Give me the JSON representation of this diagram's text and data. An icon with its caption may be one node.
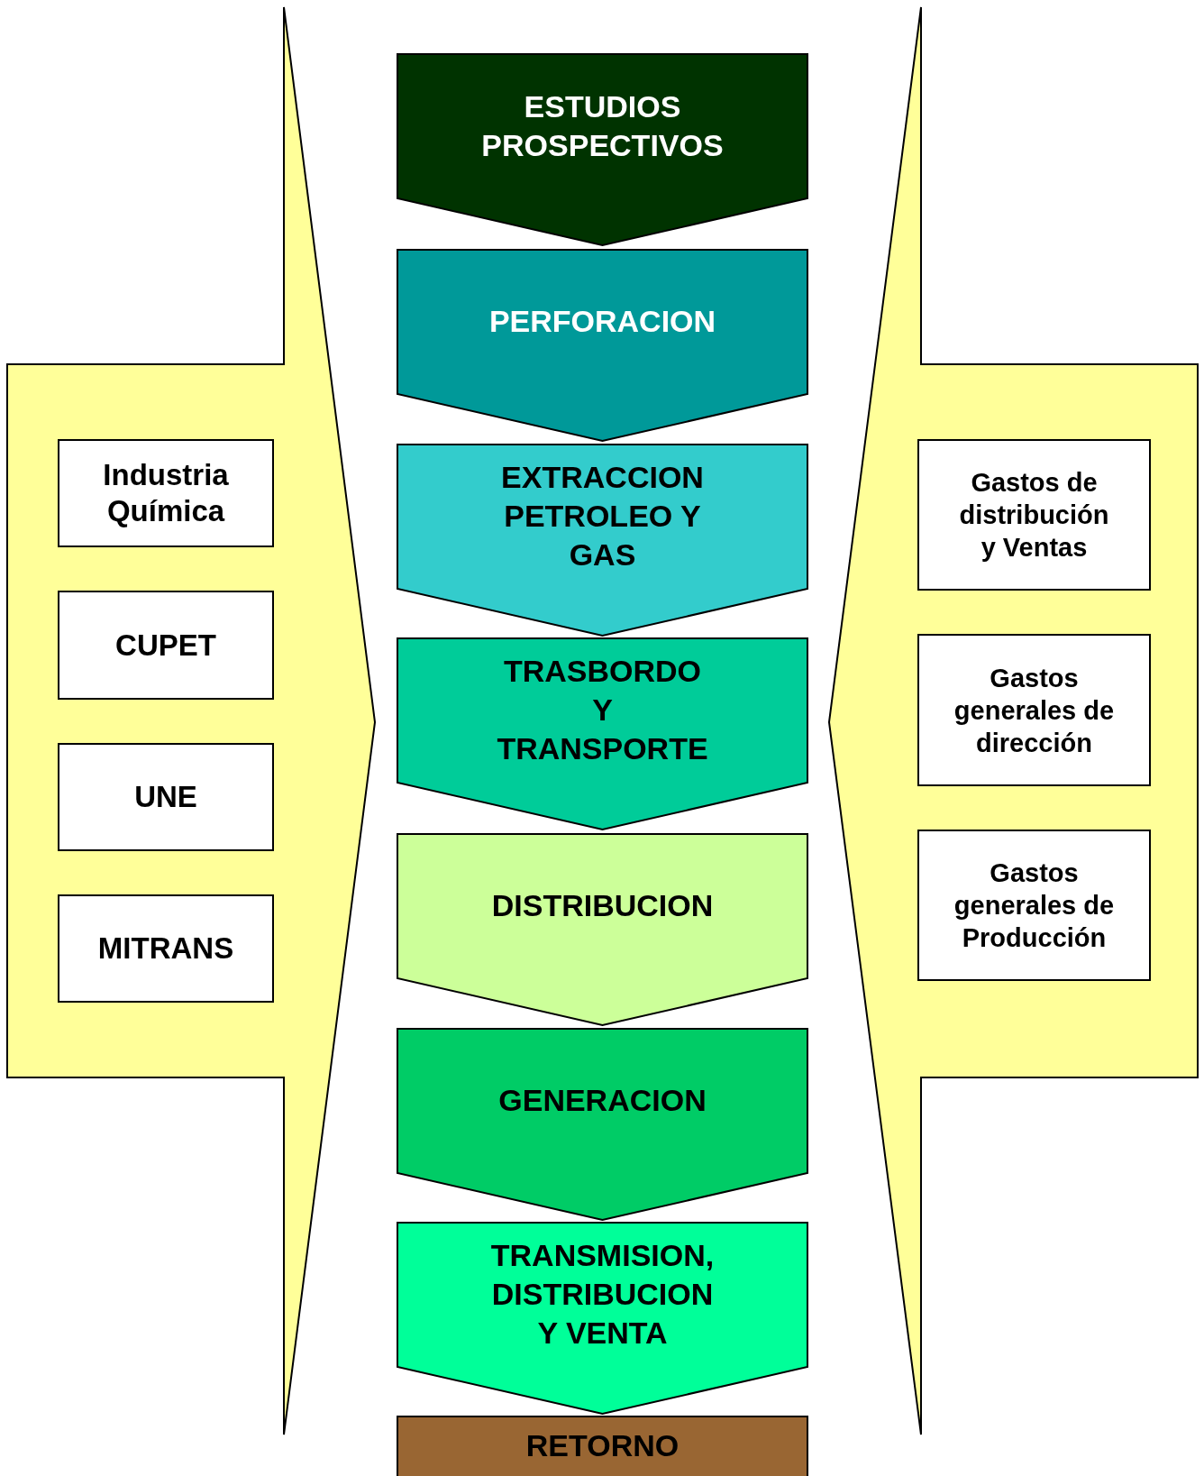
{
  "diagram": {
    "nodes": [
      {
        "text": [],
        "shape": "arrow"
      },
      {
        "text": [
          "Industria Química"
        ],
        "in": 0
      },
      {
        "text": [
          "CUPET"
        ],
        "in": 0
      },
      {
        "text": [
          "UNE"
        ],
        "in": 0
      },
      {
        "text": [
          "MITRANS"
        ],
        "in": 0
      },
      {
        "text": [
          "ESTUDIOS PROSPECTIVOS"
        ]
      },
      {
        "text": [
          "PERFORACION"
        ]
      },
      {
        "text": [
          "EXTRACCION PETROLEO Y GAS"
        ]
      },
      {
        "text": [
          "TRASBORDO Y TRANSPORTE"
        ]
      },
      {
        "text": [
          "DISTRIBUCION"
        ]
      },
      {
        "text": [
          "GENERACION"
        ]
      },
      {
        "text": [
          "TRANSMISION, DISTRIBUCION Y VENTA"
        ]
      },
      {
        "text": [
          "RETORNO"
        ]
      },
      {
        "text": [],
        "shape": "arrow"
      },
      {
        "text": [
          "Gastos de distribución y Ventas"
        ],
        "in": 13
      },
      {
        "text": [
          "Gastos generales de dirección"
        ],
        "in": 13
      },
      {
        "text": [
          "Gastos generales de Producción"
        ],
        "in": 13
      }
    ]
  }
}
